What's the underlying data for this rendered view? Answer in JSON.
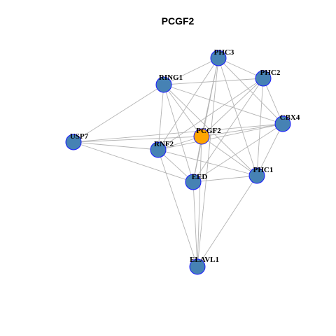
{
  "title": "PCGF2",
  "colors": {
    "center_fill": "#FFA500",
    "node_fill": "#4682B4",
    "node_stroke": "#1a1aff",
    "edge": "#b3b3b3"
  },
  "network": {
    "center": "PCGF2",
    "nodes": [
      "PCGF2",
      "PHC3",
      "PHC2",
      "RING1",
      "CBX4",
      "USP7",
      "RNF2",
      "PHC1",
      "EED",
      "ELAVL1"
    ],
    "edges": [
      [
        "PHC3",
        "PHC2"
      ],
      [
        "PHC3",
        "RING1"
      ],
      [
        "PHC3",
        "CBX4"
      ],
      [
        "PHC3",
        "PCGF2"
      ],
      [
        "PHC3",
        "RNF2"
      ],
      [
        "PHC3",
        "PHC1"
      ],
      [
        "PHC3",
        "EED"
      ],
      [
        "PHC3",
        "ELAVL1"
      ],
      [
        "PHC2",
        "RING1"
      ],
      [
        "PHC2",
        "CBX4"
      ],
      [
        "PHC2",
        "PCGF2"
      ],
      [
        "PHC2",
        "RNF2"
      ],
      [
        "PHC2",
        "PHC1"
      ],
      [
        "PHC2",
        "EED"
      ],
      [
        "RING1",
        "CBX4"
      ],
      [
        "RING1",
        "USP7"
      ],
      [
        "RING1",
        "PCGF2"
      ],
      [
        "RING1",
        "RNF2"
      ],
      [
        "RING1",
        "PHC1"
      ],
      [
        "RING1",
        "EED"
      ],
      [
        "CBX4",
        "PCGF2"
      ],
      [
        "CBX4",
        "RNF2"
      ],
      [
        "CBX4",
        "PHC1"
      ],
      [
        "CBX4",
        "EED"
      ],
      [
        "CBX4",
        "USP7"
      ],
      [
        "USP7",
        "PCGF2"
      ],
      [
        "USP7",
        "RNF2"
      ],
      [
        "USP7",
        "EED"
      ],
      [
        "RNF2",
        "PCGF2"
      ],
      [
        "RNF2",
        "PHC1"
      ],
      [
        "RNF2",
        "EED"
      ],
      [
        "RNF2",
        "ELAVL1"
      ],
      [
        "PCGF2",
        "PHC1"
      ],
      [
        "PCGF2",
        "EED"
      ],
      [
        "PCGF2",
        "ELAVL1"
      ],
      [
        "PHC1",
        "EED"
      ],
      [
        "PHC1",
        "ELAVL1"
      ],
      [
        "EED",
        "ELAVL1"
      ]
    ]
  }
}
